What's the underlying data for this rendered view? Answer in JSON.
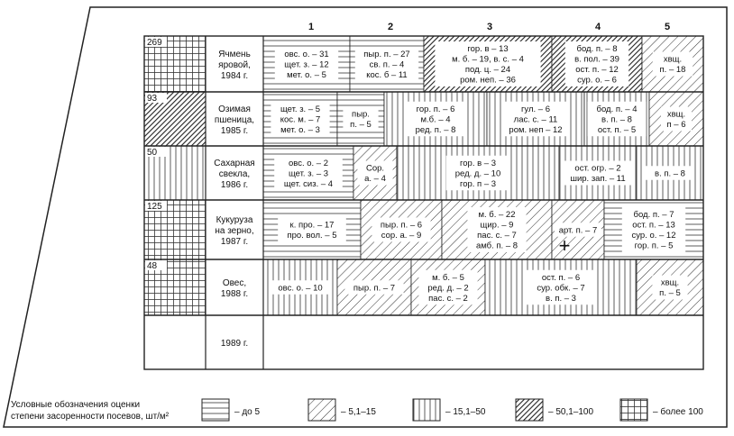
{
  "column_numbers": [
    "1",
    "2",
    "3",
    "4",
    "5"
  ],
  "rows": [
    {
      "count": "269",
      "crop": [
        "Ячмень",
        "яровой,",
        "1984 г."
      ]
    },
    {
      "count": "93",
      "crop": [
        "Озимая",
        "пшеница,",
        "1985 г."
      ]
    },
    {
      "count": "50",
      "crop": [
        "Сахарная",
        "свекла,",
        "1986 г."
      ]
    },
    {
      "count": "125",
      "crop": [
        "Кукуруза",
        "на зерно,",
        "1987 г."
      ]
    },
    {
      "count": "48",
      "crop": [
        "Овес,",
        "1988 г."
      ]
    },
    {
      "count": "",
      "crop": [
        "1989 г."
      ]
    }
  ],
  "row_patterns": [
    "grid",
    "dense",
    "vert",
    "grid",
    "grid",
    ""
  ],
  "blocks": [
    {
      "row": 0,
      "pattern": "horiz",
      "lines": [
        "овс. о. – 31",
        "щет. з. – 12",
        "мет. о. – 5"
      ]
    },
    {
      "row": 0,
      "pattern": "horiz",
      "lines": [
        "пыр. п. – 27",
        "св. п. – 4",
        "кос. б – 11"
      ]
    },
    {
      "row": 0,
      "pattern": "dense",
      "lines": [
        "гор. в – 13",
        "м. б. – 19, в. с. – 4",
        "под. ц. – 24",
        "ром. неп. – 36"
      ]
    },
    {
      "row": 0,
      "pattern": "dense",
      "lines": [
        "бод. п. – 8",
        "в. пол. – 39",
        "ост. п. – 12",
        "сур. о. – 6"
      ]
    },
    {
      "row": 0,
      "pattern": "diag",
      "lines": [
        "хвщ.",
        "п. – 18"
      ]
    },
    {
      "row": 1,
      "pattern": "horiz",
      "lines": [
        "щет. з. – 5",
        "кос. м. – 7",
        "мет. о. – 3"
      ]
    },
    {
      "row": 1,
      "pattern": "horiz",
      "lines": [
        "пыр.",
        "п. – 5"
      ]
    },
    {
      "row": 1,
      "pattern": "vert",
      "lines": [
        "гор. п. – 6",
        "м.б. – 4",
        "ред. п. – 8"
      ]
    },
    {
      "row": 1,
      "pattern": "vert",
      "lines": [
        "гул. – 6",
        "лас. с. – 11",
        "ром. неп – 12"
      ]
    },
    {
      "row": 1,
      "pattern": "vert",
      "lines": [
        "бод. п. – 4",
        "в. п. – 8",
        "ост. п. – 5"
      ]
    },
    {
      "row": 1,
      "pattern": "diag",
      "lines": [
        "хвщ.",
        "п – 6"
      ]
    },
    {
      "row": 2,
      "pattern": "horiz",
      "lines": [
        "овс. о. – 2",
        "щет. з. – 3",
        "щет. сиз. – 4"
      ]
    },
    {
      "row": 2,
      "pattern": "diag",
      "lines": [
        "Сор.",
        "а. – 4"
      ]
    },
    {
      "row": 2,
      "pattern": "vert",
      "lines": [
        "гор. в – 3",
        "ред. д. – 10",
        "гор. п – 3"
      ]
    },
    {
      "row": 2,
      "pattern": "vert",
      "lines": [
        "ост. огр. – 2",
        "шир. зап. – 11"
      ]
    },
    {
      "row": 2,
      "pattern": "vert",
      "lines": [
        "в. п. – 8"
      ]
    },
    {
      "row": 3,
      "pattern": "horiz",
      "lines": [
        "к. про. – 17",
        "про. вол. – 5"
      ]
    },
    {
      "row": 3,
      "pattern": "diag",
      "lines": [
        "пыр. п. – 6",
        "сор. а. – 9"
      ]
    },
    {
      "row": 3,
      "pattern": "diag",
      "lines": [
        "м. б. – 22",
        "щир. – 9",
        "пас. с. – 7",
        "амб. п. – 8"
      ]
    },
    {
      "row": 3,
      "pattern": "diag",
      "lines": [
        "арт. п. – 7"
      ]
    },
    {
      "row": 3,
      "pattern": "horiz",
      "lines": [
        "бод. п. – 7",
        "ост. п. – 13",
        "сур. о. – 12",
        "гор. п. – 5"
      ]
    },
    {
      "row": 4,
      "pattern": "vert",
      "lines": [
        "овс. о. – 10"
      ]
    },
    {
      "row": 4,
      "pattern": "diag",
      "lines": [
        "пыр. п. – 7"
      ]
    },
    {
      "row": 4,
      "pattern": "diag",
      "lines": [
        "м. б. – 5",
        "ред. д. – 2",
        "пас. с. – 2"
      ]
    },
    {
      "row": 4,
      "pattern": "vert",
      "lines": [
        "ост. п. – 6",
        "сур. обк. – 7",
        "в. п. – 3"
      ]
    },
    {
      "row": 4,
      "pattern": "diag",
      "lines": [
        "хвщ.",
        "п. – 5"
      ]
    }
  ],
  "legend": {
    "title": [
      "Условные обозначения оценки",
      "степени засоренности посевов, шт/м²"
    ],
    "items": [
      {
        "pattern": "horiz",
        "label": "– до 5"
      },
      {
        "pattern": "diag",
        "label": "– 5,1–15"
      },
      {
        "pattern": "vert",
        "label": "– 15,1–50"
      },
      {
        "pattern": "dense",
        "label": "– 50,1–100"
      },
      {
        "pattern": "grid",
        "label": "– более 100"
      }
    ]
  },
  "plus_symbol": "+"
}
